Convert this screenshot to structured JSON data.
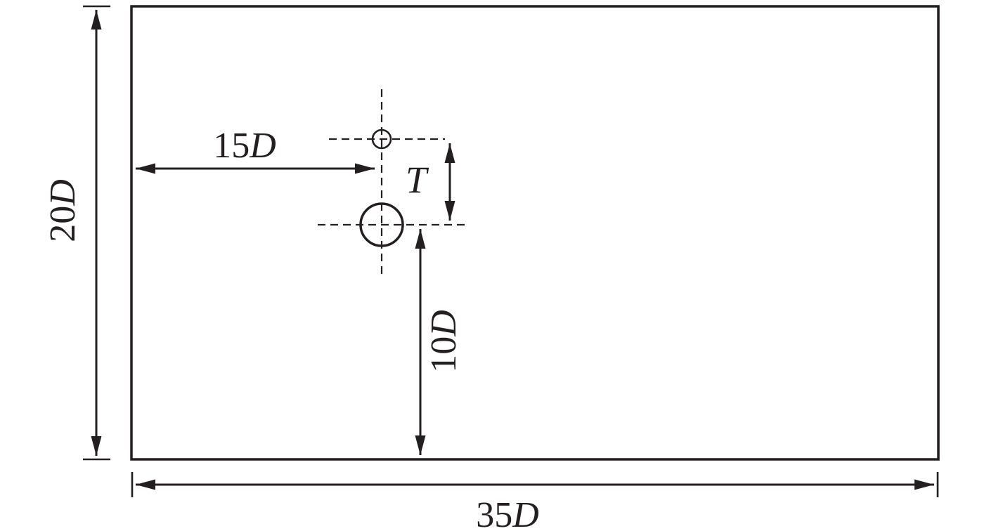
{
  "meta": {
    "colors": {
      "background": "#ffffff",
      "line_color": "#231f20"
    }
  },
  "figure": {
    "type": "schematic-diagram",
    "dimensions": {
      "domain_height": {
        "value": "20",
        "symbol": "D"
      },
      "domain_width": {
        "value": "35",
        "symbol": "D"
      },
      "inlet_distance": {
        "value": "15",
        "symbol": "D"
      },
      "bottom_distance": {
        "value": "10",
        "symbol": "D"
      },
      "gap_spacing": {
        "symbol": "T"
      }
    }
  }
}
